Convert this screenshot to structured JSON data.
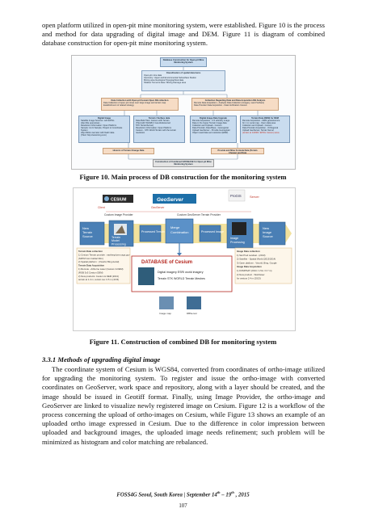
{
  "intro_paragraph": "open platform utilized in open-pit mine monitoring system, were established. Figure 10 is the process and method for data upgrading of digital image and DEM. Figure 11 is diagram of combined database construction for open-pit mine monitoring system.",
  "figure10": {
    "caption": "Figure 10. Main process of DB construction for the monitoring system",
    "boxes": {
      "top": "Database Construction for Open-pit Mine Monitoring System",
      "classification_title": "Classification of spatial data items",
      "classification_items": [
        "Open-pit mine data",
        "Geometry: Upper and Environmental Subsurface Station",
        "Mining area Geological Topographical data",
        "Shallow Tunnel & data / Mining Damage area"
      ],
      "left_mid_title": "Data Collection with Open-pit Cesium Open DB collection",
      "left_mid_items": [
        "Data Collection of open-pit mines over large image and terrain map",
        "Establishment of related strategy"
      ],
      "right_mid_title": "Collection Regarding Data and Data Acquisition DB Analysis",
      "right_mid_items": [
        "Remote Data Acquisition - Analysis Data Collection (Imagery, Land Surface)",
        "Data Provider Data Acquisition - Data Verification Cesium"
      ],
      "digital_image_title": "Digital Image",
      "digital_image_items": [
        "Satellite Image Sources: with EPSG",
        "Http://tile.openstreet...",
        "Resolution Information: Open Platform",
        "Sample: 1m/1 Sample; Project to Coordinate System",
        "Http://Web-mercator with Nadir data",
        "(Tiled: http://www.bing.com)"
      ],
      "terrain_title": "Terrain / Surface data",
      "terrain_items": [
        "Data Bulk Tiles: Cesium with Terrain",
        "(Tiled with WGS84 / Geo-Referenced",
        "STK TerrainServer)",
        "Resolution Information: Open Platform",
        "Cesium - STK World Terrain with the terrain resolution"
      ],
      "object_upgrade_title": "Digital Image Data Upgrade",
      "object_upgrade_items": [
        "Remote Acquisition - 0.5 arbitrary image",
        "Data in the Upper Terrain Image data",
        "Collection and Upload - Cesium",
        "Data Provider, Data Base - Georegister",
        "Upload GeoServer - Provide Georegister",
        "Object used data set resolution (ERW)"
      ],
      "dem_upgrade_title": "Terrain Data (DEM) for DEM",
      "dem_upgrade_items": [
        "Remote Acquisition - DEM georeference",
        "for 1 m Local map - Open data area",
        "Collection and Upload - Cesium",
        "Data Provider Acquisition - Orthogonal",
        "Upload GeoServer, Terrain Server",
        "(terrain at 1/2048 / EPSG Cesium) area"
      ],
      "history_left": "Historic of Terrain Change Data",
      "history_right": "Provide and Mine Formula Data (Terrain Change) and Data",
      "bottom": "Construction of Combined DATABASE for Open-pit Mine Monitoring System"
    }
  },
  "figure11": {
    "caption": "Figure 11.  Construction of combined DB for monitoring system",
    "labels": {
      "cesium": "CESIUM",
      "geoserver": "GeoServer",
      "progis": "ProGIS",
      "server": "Server",
      "client": "Client",
      "geoserver_small": "GeoServer",
      "custom_image_provider": "Custom Image Provider",
      "custom_terrain_provider": "Custom GeoServer Terrain Provider",
      "new_terrain_source": "New Terrain Source",
      "terrain_model_processing": "Terrain Model Processing",
      "processed_terrain": "Processed Terrain",
      "merge_combination": "Merge Combination",
      "processed_image": "Processed Image",
      "image_processing": "Image Processing",
      "new_image_source": "New Image Source",
      "database_title": "DATABASE of Cesium",
      "db_item1": "Digital imagery  ESRI world imagery",
      "db_item2": "Terrain  STK WORLD Terrain Meshes",
      "left_notes": [
        "Terrain Data collection",
        "1) Cesium Terrain provider : earthexplorer.usgs.gov",
        "(SRTM GL1 Global 30m)",
        "2) Spatial platform : (Vworld, Bing Aerial)",
        "Terrain Data Acquisition",
        "1) Remote - Airborne Laser (Cesium & DEM)",
        "(RGB 3x3 Cesium DEM)",
        "2) New products: Cesium & DEM (2013)",
        "terrain at 1.4 m, terrain res: 0.5 m (16 B)"
      ],
      "right_notes": [
        "Image Data collection",
        "1) Sat Prod Landsat - (2013)",
        "2) Satellite - Spatial World (2013/2014)",
        "3) Open platform : Vworld, Bing, Google",
        "Image Data Acquisition",
        "1) KOMPSAT (2014 / 1.5m / 0.7 m)",
        "2) New product - Worldview",
        "for various 2.4 m (2013)"
      ],
      "tool_left": "Image map",
      "tool_right": "DBServer"
    }
  },
  "section": {
    "heading": "3.3.1 Methods of upgrading digital image",
    "paragraph": "The coordinate system of Cesium is WGS84, converted from coordinates of ortho-image utilized for upgrading the monitoring system. To register and issue the ortho-image with converted coordinates on GeoServer, work space and repository, along with a layer should be created, and the image should be issued in Geotiff format. Finally, using Image Provider, the ortho-image and GeoServer are linked to visualize newly registered image on Cesium. Figure 12 is a workflow of the process concerning the upload of ortho-images on Cesium, while Figure 13 shows an example of an uploaded ortho image expressed in Cesium. Due to the difference in color impression between uploaded and background images, the uploaded image needs refinement; such problem will be minimized as histogram and color matching are rebalanced."
  },
  "footer": {
    "text_before": "FOSS4G Seoul, South Korea | September 14",
    "sup1": "th",
    "text_mid": " – 19",
    "sup2": "th",
    "text_after": " , 2015",
    "page": "107"
  },
  "colors": {
    "box_blue": "#c9dcef",
    "box_peach": "#f6dcc5",
    "arrow_yellow": "#e7c84a",
    "db_red": "#b5261e",
    "arrow_blue": "#4a7fb5"
  }
}
